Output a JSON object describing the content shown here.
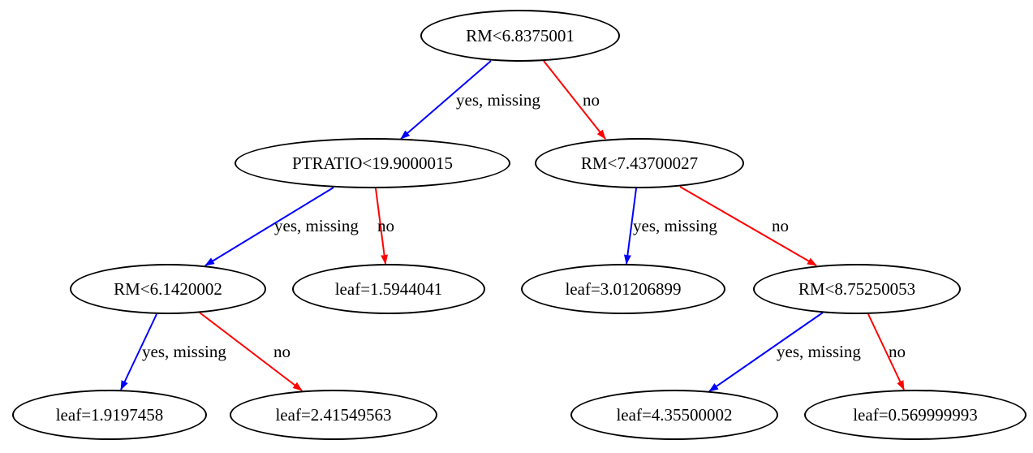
{
  "tree": {
    "nodes": [
      {
        "id": 0,
        "type": "split",
        "label": "RM<6.8375001"
      },
      {
        "id": 1,
        "type": "split",
        "label": "PTRATIO<19.9000015"
      },
      {
        "id": 2,
        "type": "split",
        "label": "RM<7.43700027"
      },
      {
        "id": 3,
        "type": "split",
        "label": "RM<6.1420002"
      },
      {
        "id": 4,
        "type": "leaf",
        "label": "leaf=1.5944041"
      },
      {
        "id": 5,
        "type": "leaf",
        "label": "leaf=3.01206899"
      },
      {
        "id": 6,
        "type": "split",
        "label": "RM<8.75250053"
      },
      {
        "id": 7,
        "type": "leaf",
        "label": "leaf=1.9197458"
      },
      {
        "id": 8,
        "type": "leaf",
        "label": "leaf=2.41549563"
      },
      {
        "id": 9,
        "type": "leaf",
        "label": "leaf=4.35500002"
      },
      {
        "id": 10,
        "type": "leaf",
        "label": "leaf=0.569999993"
      }
    ],
    "edges": [
      {
        "from": 0,
        "to": 1,
        "label": "yes, missing",
        "color": "#0000ff"
      },
      {
        "from": 0,
        "to": 2,
        "label": "no",
        "color": "#ff0000"
      },
      {
        "from": 1,
        "to": 3,
        "label": "yes, missing",
        "color": "#0000ff"
      },
      {
        "from": 1,
        "to": 4,
        "label": "no",
        "color": "#ff0000"
      },
      {
        "from": 2,
        "to": 5,
        "label": "yes, missing",
        "color": "#0000ff"
      },
      {
        "from": 2,
        "to": 6,
        "label": "no",
        "color": "#ff0000"
      },
      {
        "from": 3,
        "to": 7,
        "label": "yes, missing",
        "color": "#0000ff"
      },
      {
        "from": 3,
        "to": 8,
        "label": "no",
        "color": "#ff0000"
      },
      {
        "from": 6,
        "to": 9,
        "label": "yes, missing",
        "color": "#0000ff"
      },
      {
        "from": 6,
        "to": 10,
        "label": "no",
        "color": "#ff0000"
      }
    ],
    "colors": {
      "yes_edge": "#0000ff",
      "no_edge": "#ff0000",
      "node_border": "#000000",
      "text": "#000000",
      "background": "#ffffff"
    }
  }
}
